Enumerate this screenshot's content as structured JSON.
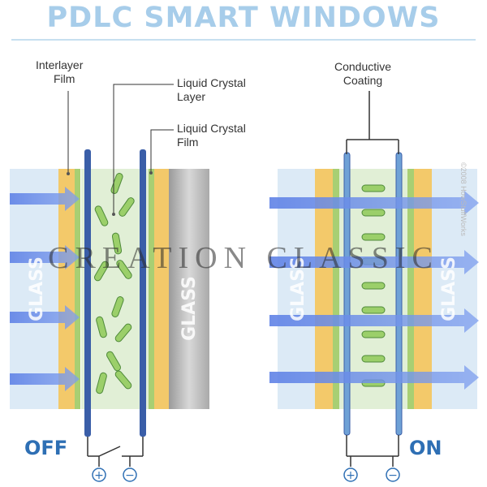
{
  "title": "PDLC SMART WINDOWS",
  "labels": {
    "interlayer_film_line1": "Interlayer",
    "interlayer_film_line2": "Film",
    "lc_layer_line1": "Liquid Crystal",
    "lc_layer_line2": "Layer",
    "lc_film_line1": "Liquid Crystal",
    "lc_film_line2": "Film",
    "conductive_line1": "Conductive",
    "conductive_line2": "Coating",
    "glass": "GLASS"
  },
  "states": {
    "off": "OFF",
    "on": "ON"
  },
  "terminals": {
    "positive": "+",
    "negative": "−"
  },
  "watermark": "CREATION CLASSIC",
  "copyright": "©2008 HowStuffWorks",
  "colors": {
    "title": "#a7cdea",
    "arrow": "#6f8fe6",
    "glass": "#dceaf6",
    "interlayer": "#f3c96a",
    "film": "#a8cf73",
    "electrode": "#3a5ea8",
    "lc_layer": "#e1efd6",
    "crystal": "#9bcf6a",
    "state_text": "#2e6fb4"
  }
}
